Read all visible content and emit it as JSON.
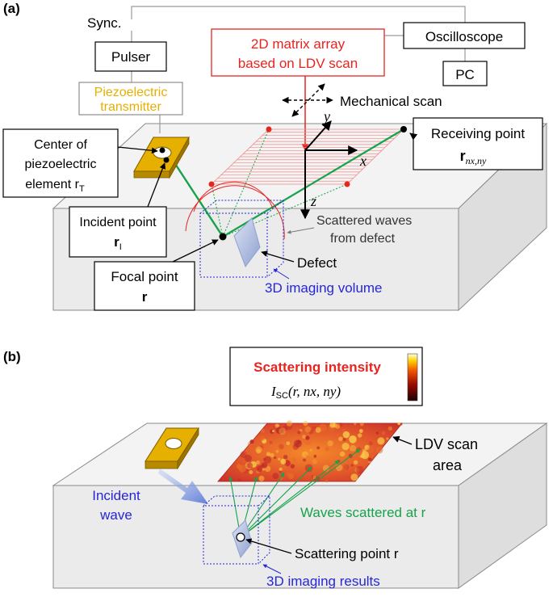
{
  "panel_a": {
    "label": "(a)",
    "sync": "Sync.",
    "pulser": "Pulser",
    "piezo_line1": "Piezoelectric",
    "piezo_line2": "transmitter",
    "matrix_line1": "2D matrix array",
    "matrix_line2": "based on LDV scan",
    "oscilloscope": "Oscilloscope",
    "pc": "PC",
    "mechanical_scan": "Mechanical scan",
    "receiving_point": "Receiving point",
    "receiving_symbol": "r",
    "receiving_sub": "nx,ny",
    "center_line1": "Center of",
    "center_line2": "piezoelectric",
    "center_line3": "element r",
    "center_sub": "T",
    "incident_point": "Incident point",
    "incident_symbol": "r",
    "incident_sub": "I",
    "focal_point": "Focal point",
    "focal_symbol": "r",
    "scattered_line1": "Scattered waves",
    "scattered_line2": "from defect",
    "defect": "Defect",
    "imaging_volume": "3D imaging volume",
    "axis_x": "x",
    "axis_y": "y",
    "axis_z": "z"
  },
  "panel_b": {
    "label": "(b)",
    "colorbar_title": "Scattering intensity",
    "colorbar_formula": "I",
    "colorbar_formula_sub": "SC",
    "colorbar_formula_args": "(r, nx, ny)",
    "ldv_line1": "LDV scan",
    "ldv_line2": "area",
    "incident_line1": "Incident",
    "incident_line2": "wave",
    "waves_scattered": "Waves scattered at r",
    "scattering_point": "Scattering point r",
    "imaging_results": "3D imaging results"
  },
  "colors": {
    "red": "#e8241f",
    "gold": "#e6b000",
    "blue": "#2626d9",
    "green": "#16a34a",
    "block_fill": "#ececec",
    "block_edge": "#8a8a8a"
  }
}
